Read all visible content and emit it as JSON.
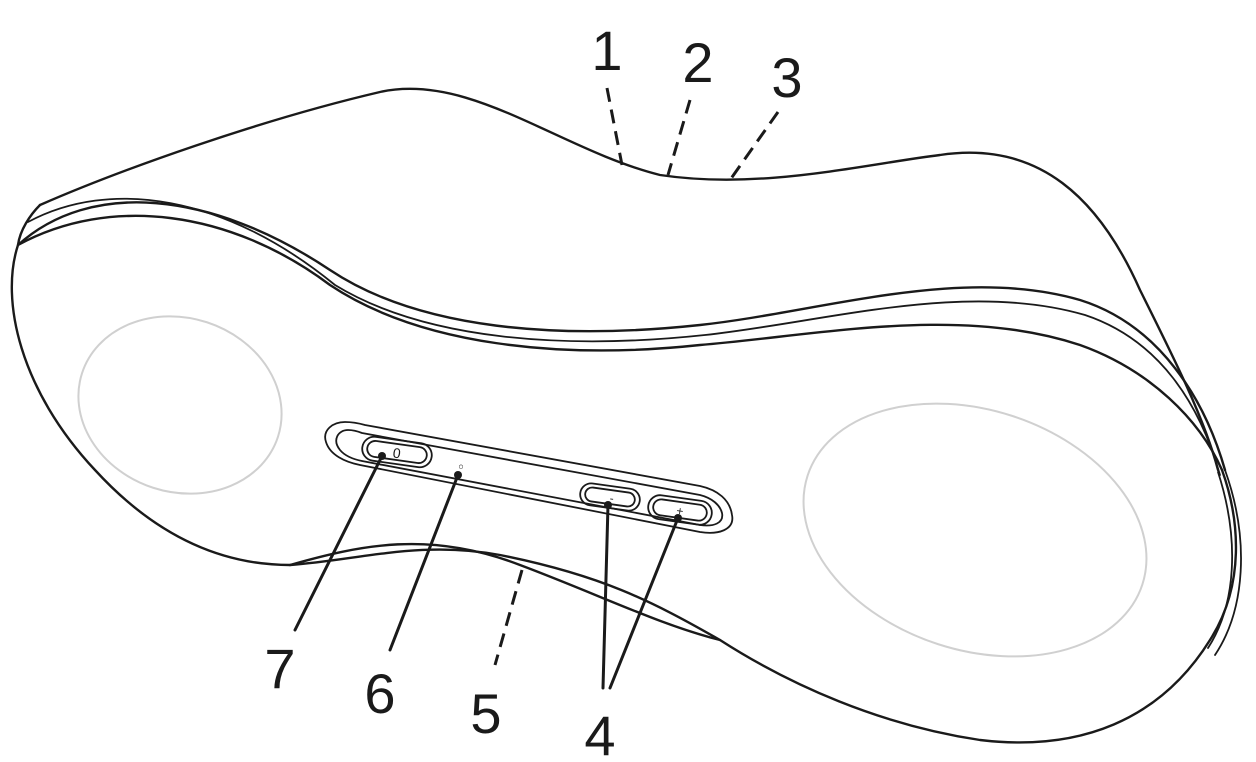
{
  "diagram": {
    "callouts": {
      "c1": "1",
      "c2": "2",
      "c3": "3",
      "c4": "4",
      "c5": "5",
      "c6": "6",
      "c7": "7"
    },
    "button_symbols": {
      "power": "0",
      "volume_down": "-",
      "volume_up": "+"
    },
    "indicator_symbol": "◦"
  }
}
